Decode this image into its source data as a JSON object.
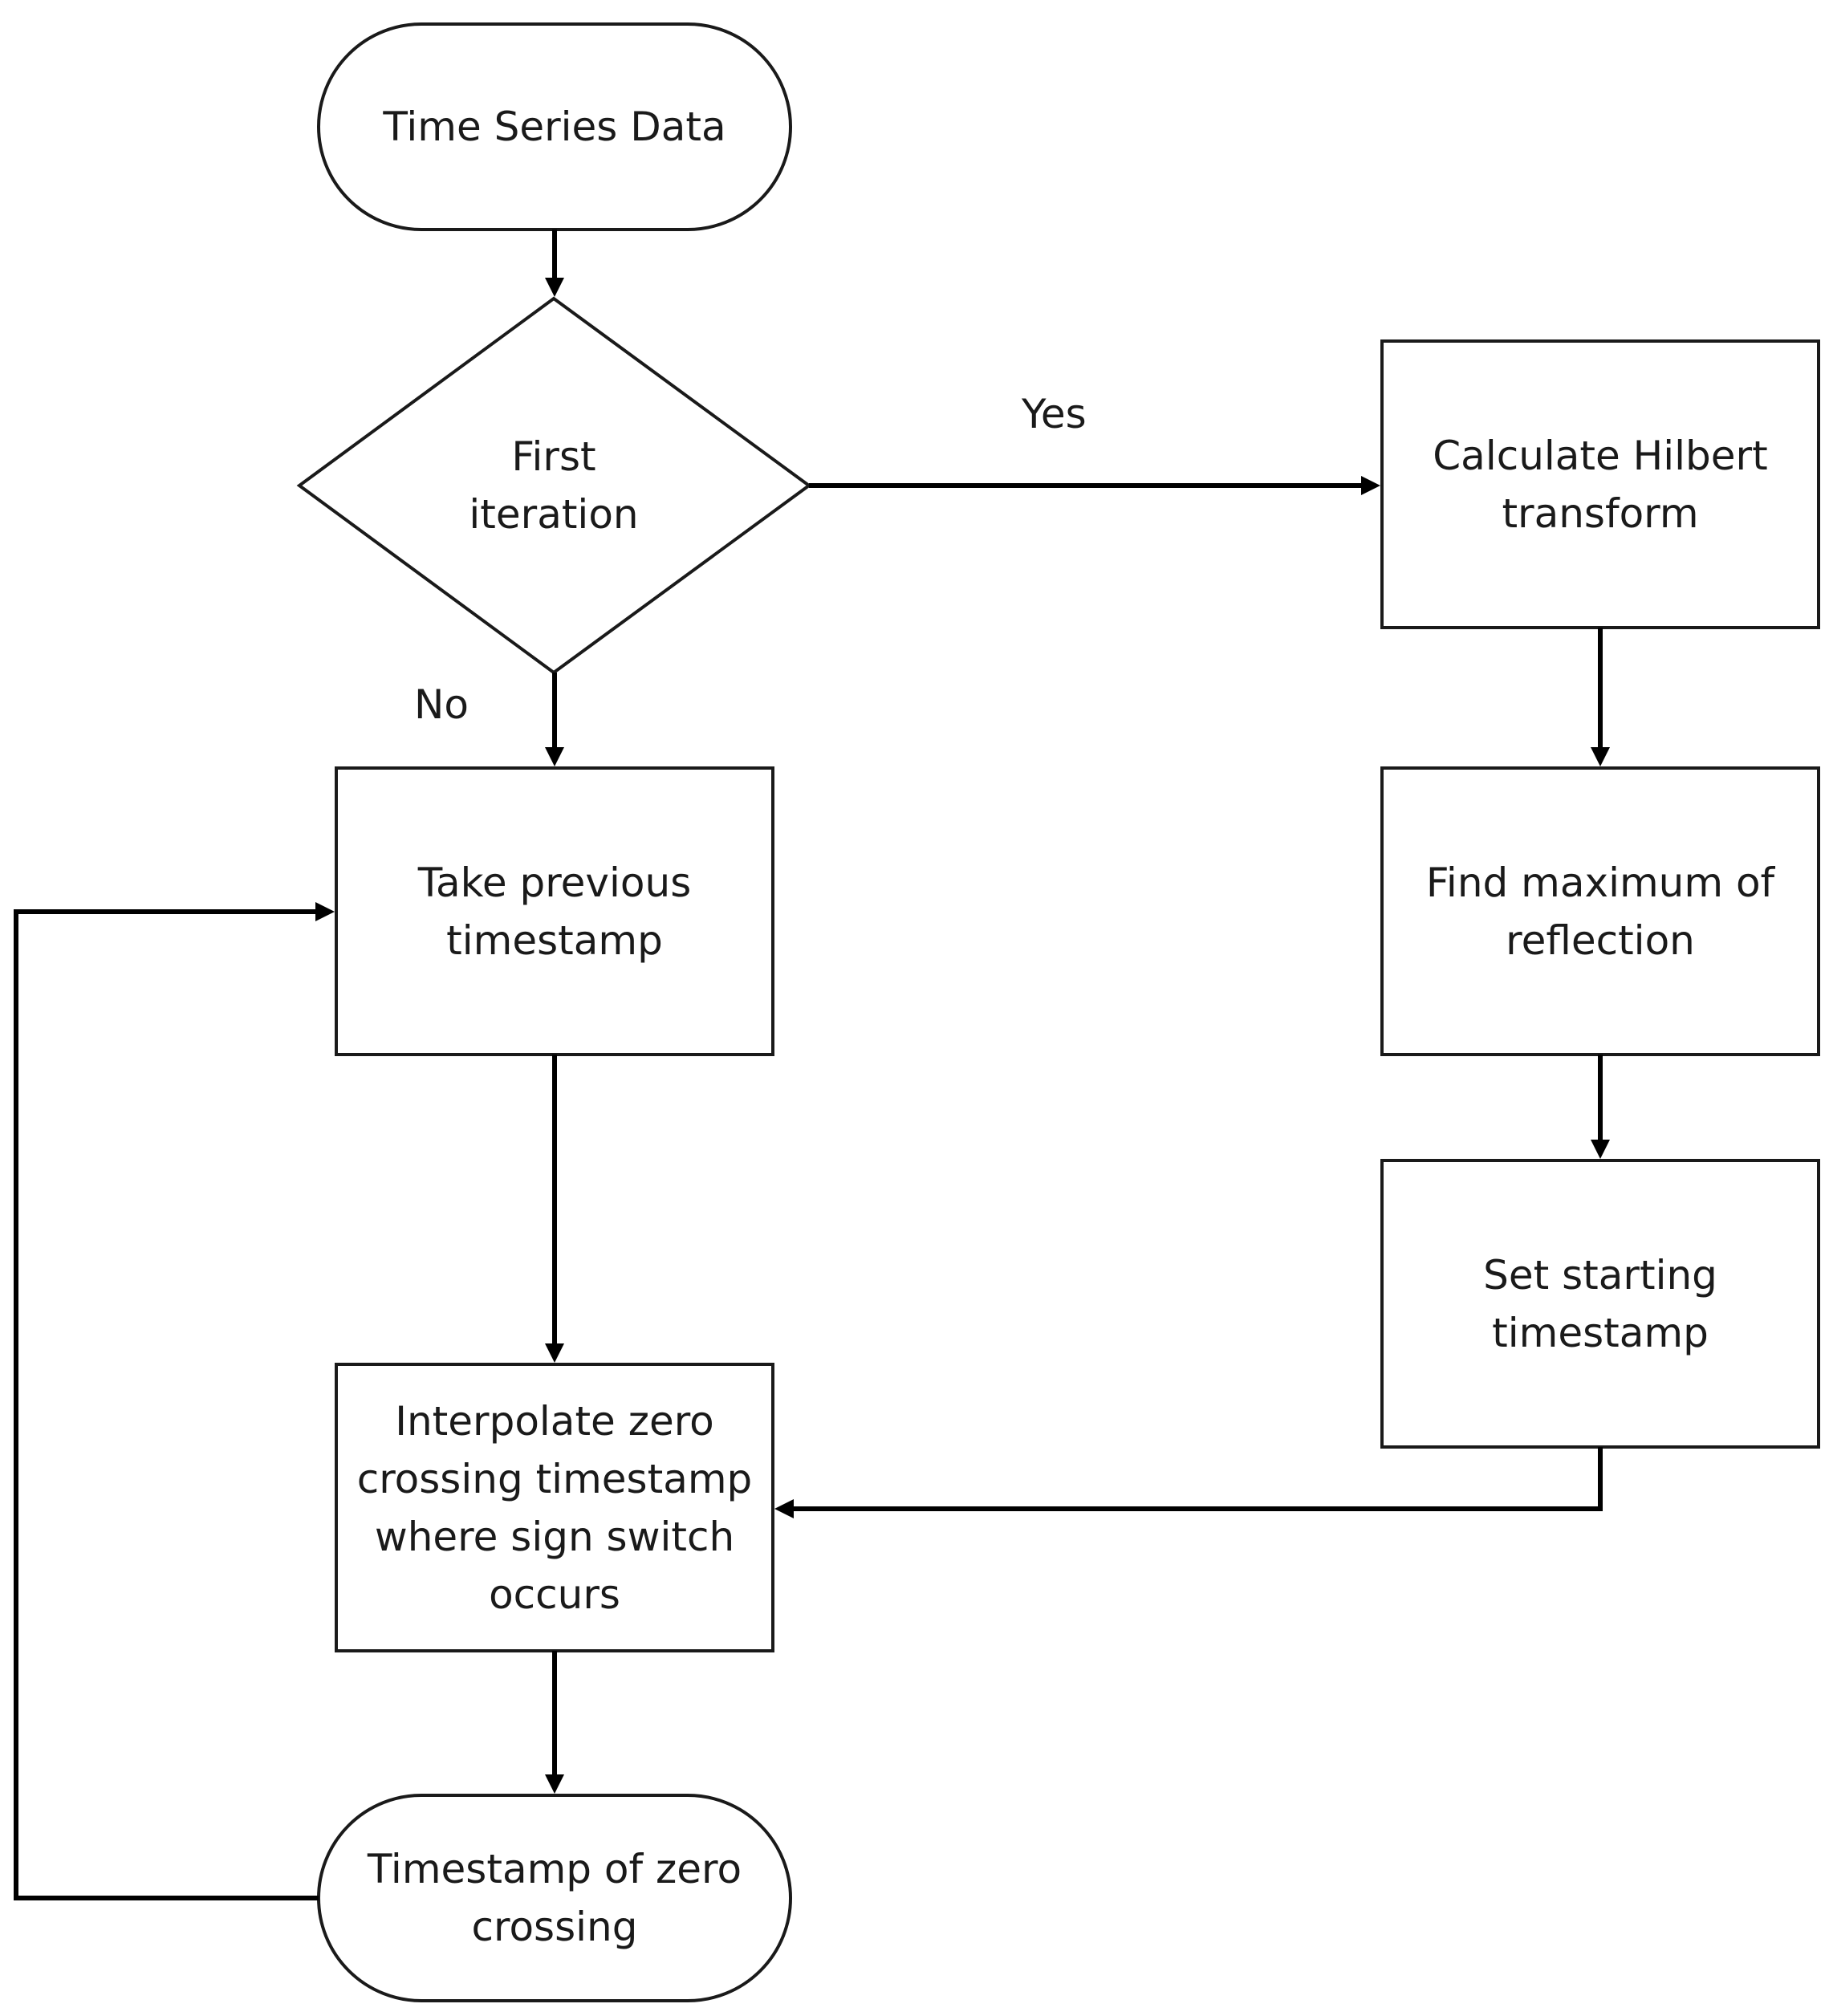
{
  "nodes": {
    "time_series_data": "Time Series Data",
    "first_iteration": "First\niteration",
    "take_previous_timestamp": "Take previous\ntimestamp",
    "interpolate_zero_crossing": "Interpolate zero\ncrossing timestamp\nwhere sign switch\noccurs",
    "timestamp_of_zero_crossing": "Timestamp of zero\ncrossing",
    "calculate_hilbert_transform": "Calculate Hilbert\ntransform",
    "find_maximum_of_reflection": "Find maximum of\nreflection",
    "set_starting_timestamp": "Set starting\ntimestamp"
  },
  "edges": {
    "yes_label": "Yes",
    "no_label": "No"
  },
  "colors": {
    "stroke": "#1a1a1a",
    "arrow": "#000000",
    "background": "#ffffff"
  }
}
